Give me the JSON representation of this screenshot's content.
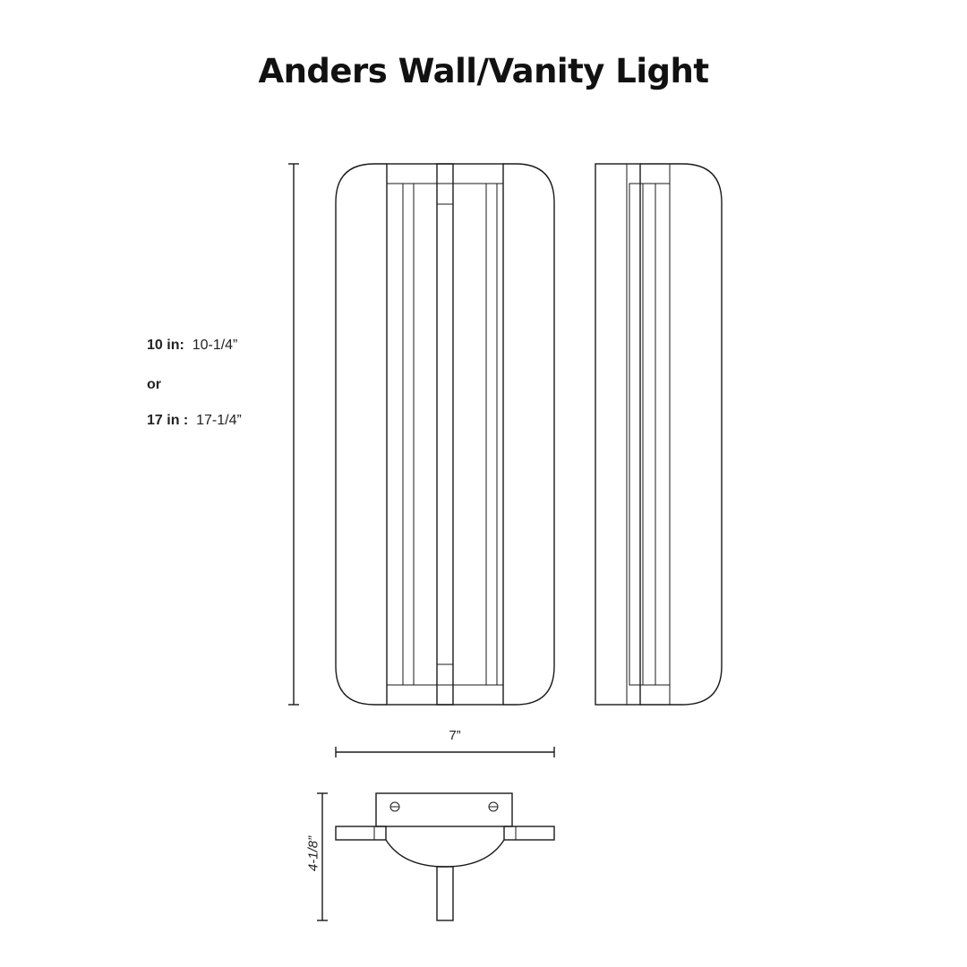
{
  "title": "Anders Wall/Vanity Light",
  "height_dimensions": [
    {
      "size": "10 in:",
      "value": "10-1/4”"
    },
    {
      "separator": "or"
    },
    {
      "size": "17 in :",
      "value": "17-1/4”"
    }
  ],
  "width_label": "7”",
  "depth_label": "4-1/8”"
}
